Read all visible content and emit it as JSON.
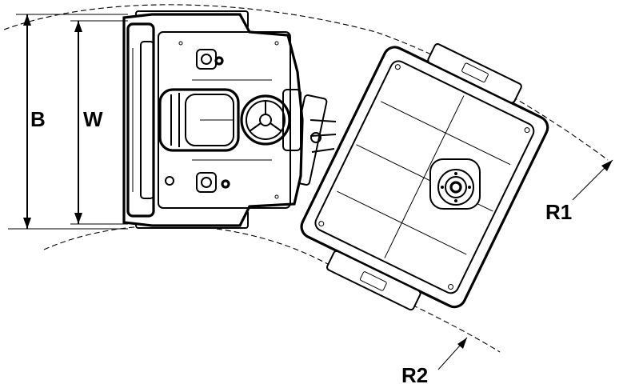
{
  "diagram": {
    "labels": {
      "b": "B",
      "w": "W",
      "r1": "R1",
      "r2": "R2"
    },
    "colors": {
      "line": "#000000",
      "background": "#ffffff"
    }
  }
}
